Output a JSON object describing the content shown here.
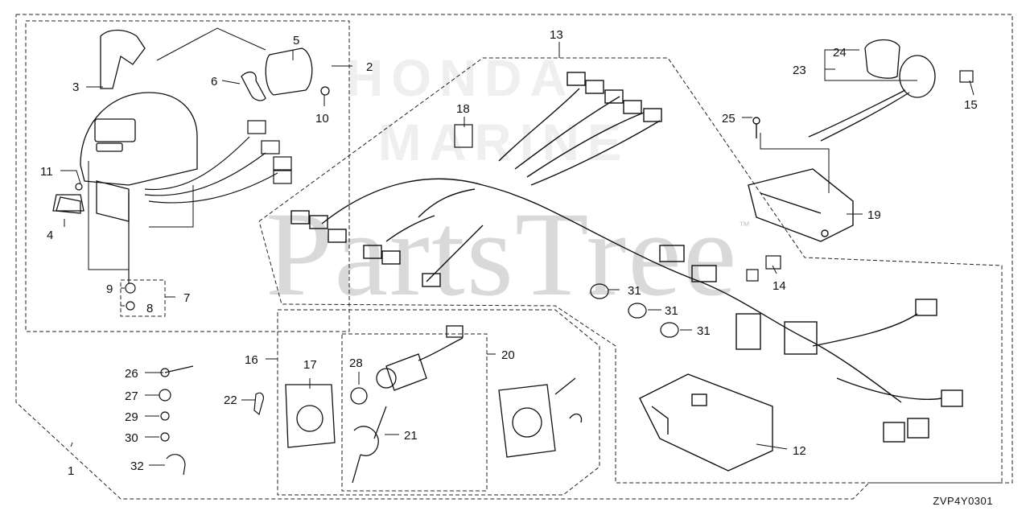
{
  "watermark": {
    "brand_top": "HONDA",
    "brand_bottom": "MARINE",
    "site": "PartsTree",
    "trademark": "™"
  },
  "diagram_code": "ZVP4Y0301",
  "callouts": [
    "1",
    "2",
    "3",
    "4",
    "5",
    "6",
    "7",
    "8",
    "9",
    "10",
    "11",
    "12",
    "13",
    "14",
    "15",
    "16",
    "17",
    "18",
    "19",
    "20",
    "21",
    "22",
    "23",
    "24",
    "25",
    "26",
    "27",
    "28",
    "29",
    "30",
    "31",
    "31",
    "31",
    "32"
  ]
}
